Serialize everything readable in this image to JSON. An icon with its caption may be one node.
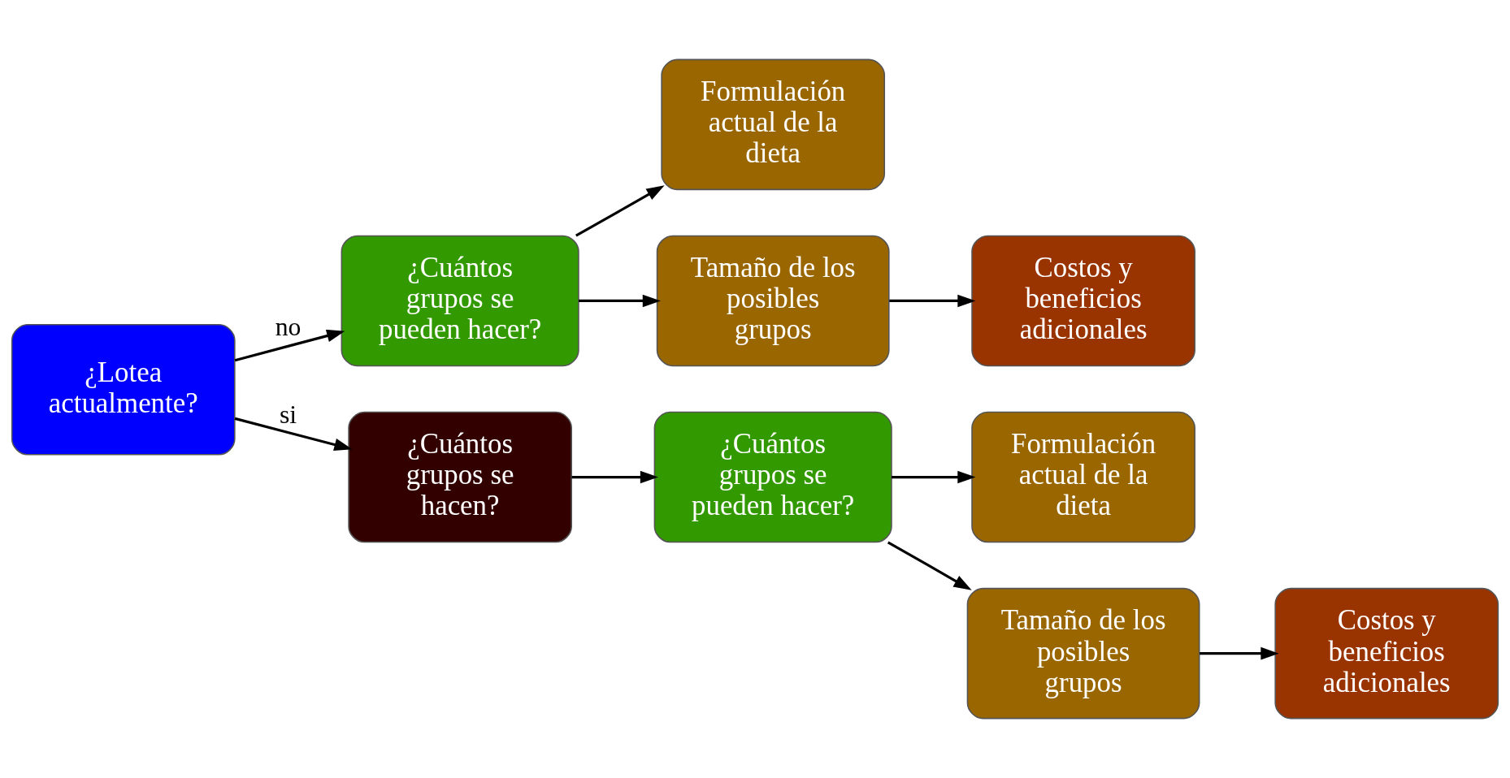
{
  "diagram": {
    "nodes": [
      {
        "text": [
          "¿Lotea actualmente?"
        ]
      },
      {
        "text": [
          "¿Cuántos grupos se pueden hacer?"
        ]
      },
      {
        "text": [
          "Formulación actual de la dieta"
        ]
      },
      {
        "text": [
          "Tamaño de los posibles grupos"
        ]
      },
      {
        "text": [
          "Costos y beneficios adicionales"
        ]
      },
      {
        "text": [
          "¿Cuántos grupos se hacen?"
        ]
      },
      {
        "text": [
          "¿Cuántos grupos se pueden hacer?"
        ]
      },
      {
        "text": [
          "Formulación actual de la dieta"
        ]
      },
      {
        "text": [
          "Tamaño de los posibles grupos"
        ]
      },
      {
        "text": [
          "Costos y beneficios adicionales"
        ]
      }
    ],
    "edges": [
      {
        "from": 0,
        "to": 1,
        "arrow": "to",
        "label": "no"
      },
      {
        "from": 1,
        "to": 2,
        "arrow": "to"
      },
      {
        "from": 1,
        "to": 3,
        "arrow": "to"
      },
      {
        "from": 3,
        "to": 4,
        "arrow": "to"
      },
      {
        "from": 0,
        "to": 5,
        "arrow": "to",
        "label": "si"
      },
      {
        "from": 5,
        "to": 6,
        "arrow": "to"
      },
      {
        "from": 6,
        "to": 7,
        "arrow": "to"
      },
      {
        "from": 6,
        "to": 8,
        "arrow": "to"
      },
      {
        "from": 8,
        "to": 9,
        "arrow": "to"
      }
    ]
  }
}
